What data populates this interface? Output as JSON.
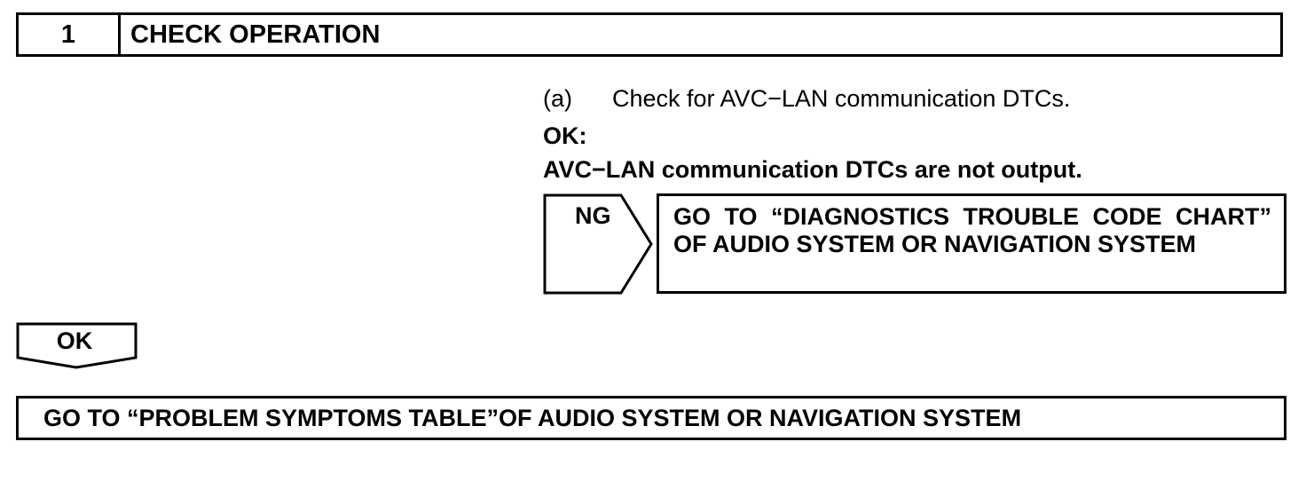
{
  "step": {
    "number": "1",
    "title": "CHECK OPERATION"
  },
  "instruction": {
    "item": "(a)",
    "text": "Check for AVC−LAN communication DTCs."
  },
  "ok_condition": {
    "label": "OK:",
    "result": "AVC−LAN communication DTCs are not output."
  },
  "ng_branch": {
    "label": "NG",
    "action": "GO TO “DIAGNOSTICS TROUBLE CODE CHART” OF AUDIO SYSTEM OR NAVIGATION SYSTEM"
  },
  "ok_branch": {
    "label": "OK",
    "action": "GO TO “PROBLEM SYMPTOMS TABLE”OF AUDIO SYSTEM OR NAVIGATION SYSTEM"
  }
}
